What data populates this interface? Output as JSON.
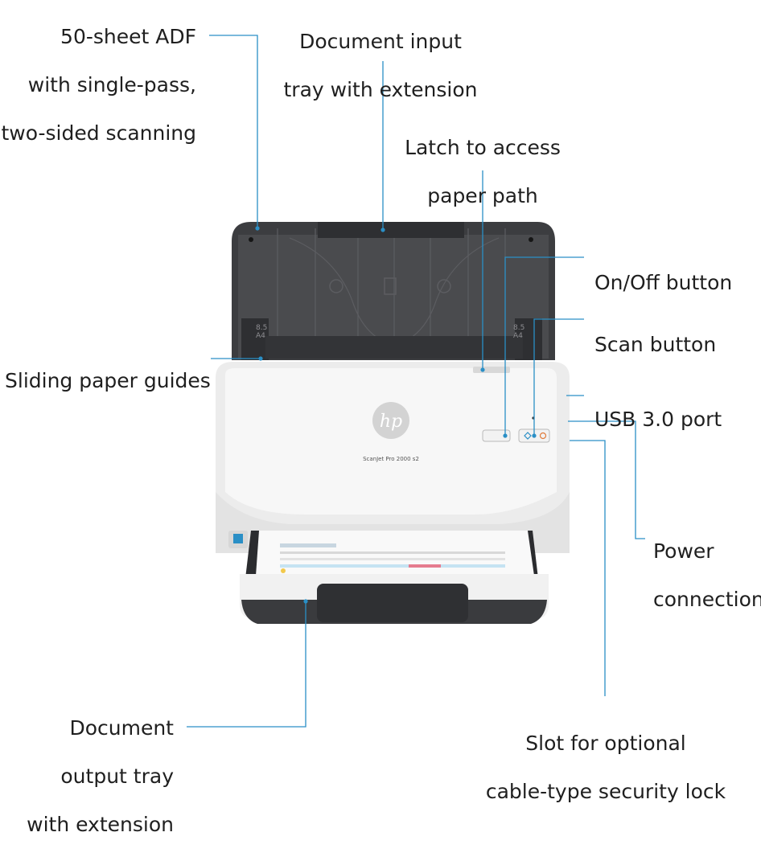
{
  "product_label": "ScanJet Pro 2000 s2",
  "logo": "hp",
  "paper_size_marks": [
    "8.5",
    "A4"
  ],
  "colors": {
    "leader": "#2a8fc6",
    "scanner_body": "#f1f1f1",
    "tray": "#3c3d40",
    "accent": "#2a8fc6"
  },
  "callouts": [
    {
      "id": "adf",
      "lines": [
        "50-sheet ADF",
        "with single-pass,",
        "two-sided scanning"
      ]
    },
    {
      "id": "input-tray",
      "lines": [
        "Document input",
        "tray with extension"
      ]
    },
    {
      "id": "latch",
      "lines": [
        "Latch to access",
        "paper path"
      ]
    },
    {
      "id": "onoff",
      "lines": [
        "On/Off button"
      ]
    },
    {
      "id": "scan",
      "lines": [
        "Scan button"
      ]
    },
    {
      "id": "usb",
      "lines": [
        "USB 3.0 port"
      ]
    },
    {
      "id": "guides",
      "lines": [
        "Sliding paper guides"
      ]
    },
    {
      "id": "power",
      "lines": [
        "Power",
        "connection"
      ]
    },
    {
      "id": "output-tray",
      "lines": [
        "Document",
        "output tray",
        "with extension"
      ]
    },
    {
      "id": "lock",
      "lines": [
        "Slot for optional",
        "cable-type security lock"
      ]
    }
  ]
}
